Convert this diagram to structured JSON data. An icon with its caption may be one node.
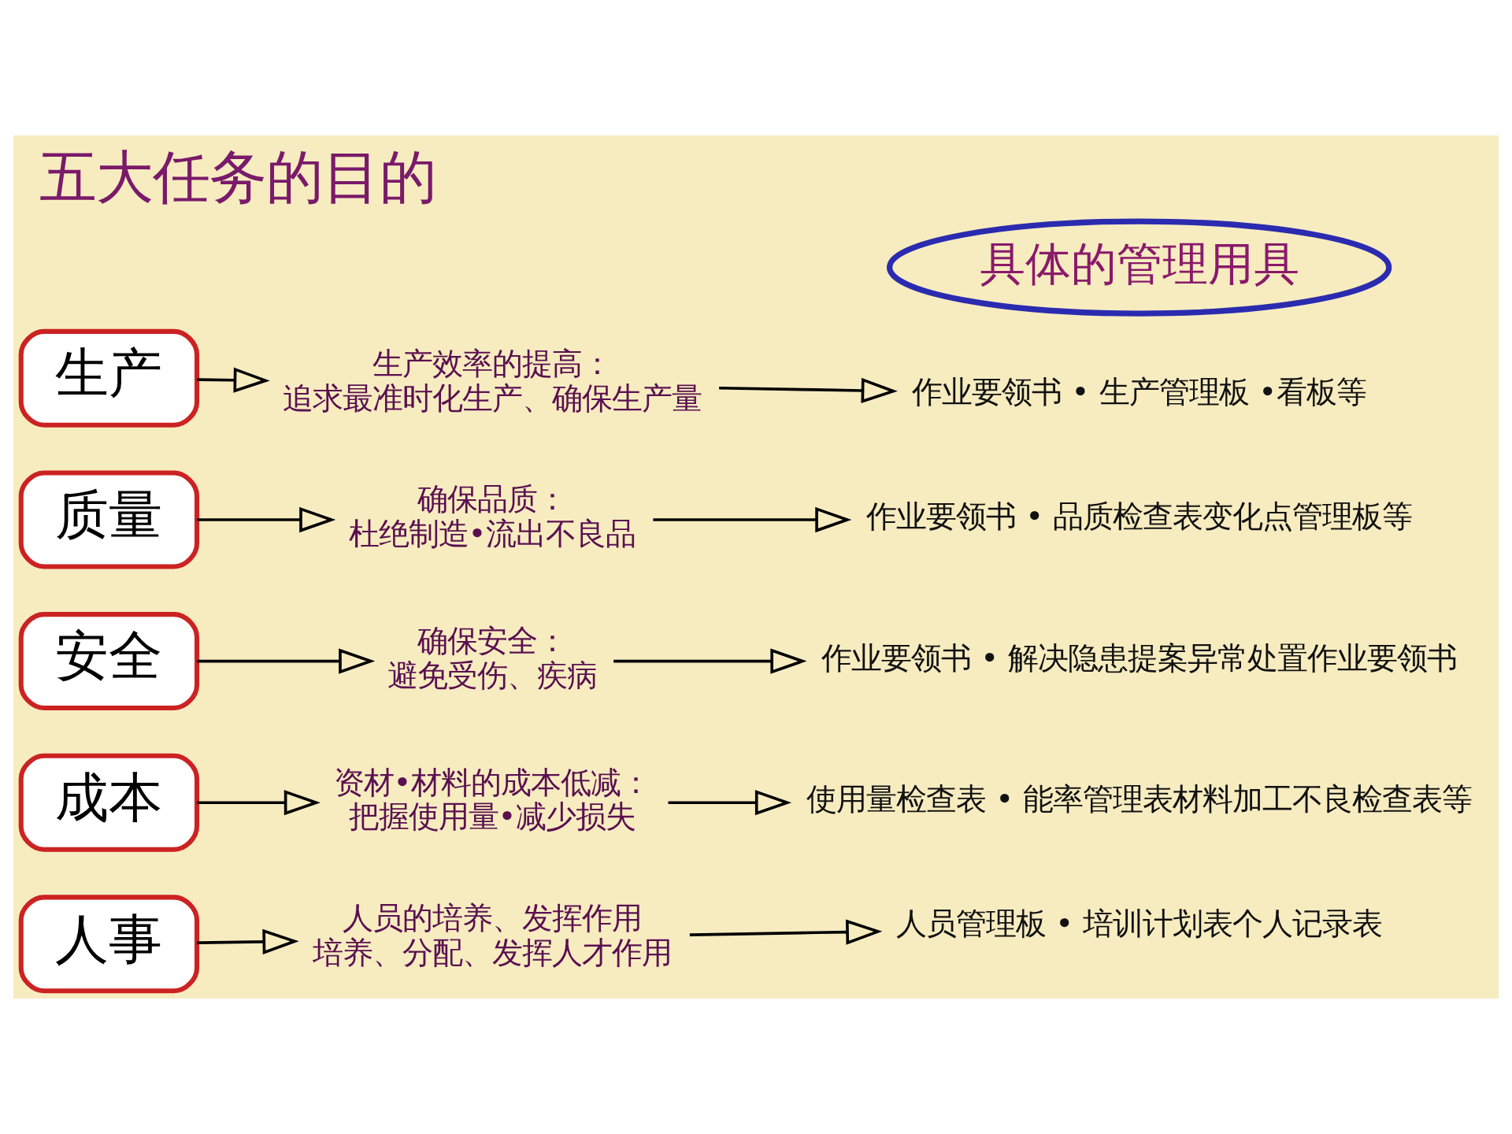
{
  "diagram": {
    "title": "五大任务的目的",
    "nodes": [
      {
        "text": [
          "具体的管理用具"
        ]
      },
      {
        "text": [
          "生产"
        ]
      },
      {
        "text": [
          "生产效率的提高：",
          "追求最准时化生产、确保生产量"
        ]
      },
      {
        "text": [
          "作业要领书 • 生产管理板 •看板等"
        ]
      },
      {
        "text": [
          "质量"
        ]
      },
      {
        "text": [
          "确保品质：",
          "杜绝制造•流出不良品"
        ]
      },
      {
        "text": [
          "作业要领书 • 品质检查表变化点管理板等"
        ]
      },
      {
        "text": [
          "安全"
        ]
      },
      {
        "text": [
          "确保安全：",
          "避免受伤、疾病"
        ]
      },
      {
        "text": [
          "作业要领书 • 解决隐患提案异常处置作业要领书"
        ]
      },
      {
        "text": [
          "成本"
        ]
      },
      {
        "text": [
          "资材•材料的成本低减：",
          "把握使用量•减少损失"
        ]
      },
      {
        "text": [
          "使用量检查表 • 能率管理表材料加工不良检查表等"
        ]
      },
      {
        "text": [
          "人事"
        ]
      },
      {
        "text": [
          "人员的培养、发挥作用",
          "培养、分配、发挥人才作用"
        ]
      },
      {
        "text": [
          "人员管理板 • 培训计划表个人记录表"
        ]
      }
    ],
    "edges": [
      {
        "from": 1,
        "to": 2,
        "arrow": "to"
      },
      {
        "from": 2,
        "to": 3,
        "arrow": "to"
      },
      {
        "from": 4,
        "to": 5,
        "arrow": "to"
      },
      {
        "from": 5,
        "to": 6,
        "arrow": "to"
      },
      {
        "from": 7,
        "to": 8,
        "arrow": "to"
      },
      {
        "from": 8,
        "to": 9,
        "arrow": "to"
      },
      {
        "from": 10,
        "to": 11,
        "arrow": "to"
      },
      {
        "from": 11,
        "to": 12,
        "arrow": "to"
      },
      {
        "from": 13,
        "to": 14,
        "arrow": "to"
      },
      {
        "from": 14,
        "to": 15,
        "arrow": "to"
      }
    ]
  }
}
